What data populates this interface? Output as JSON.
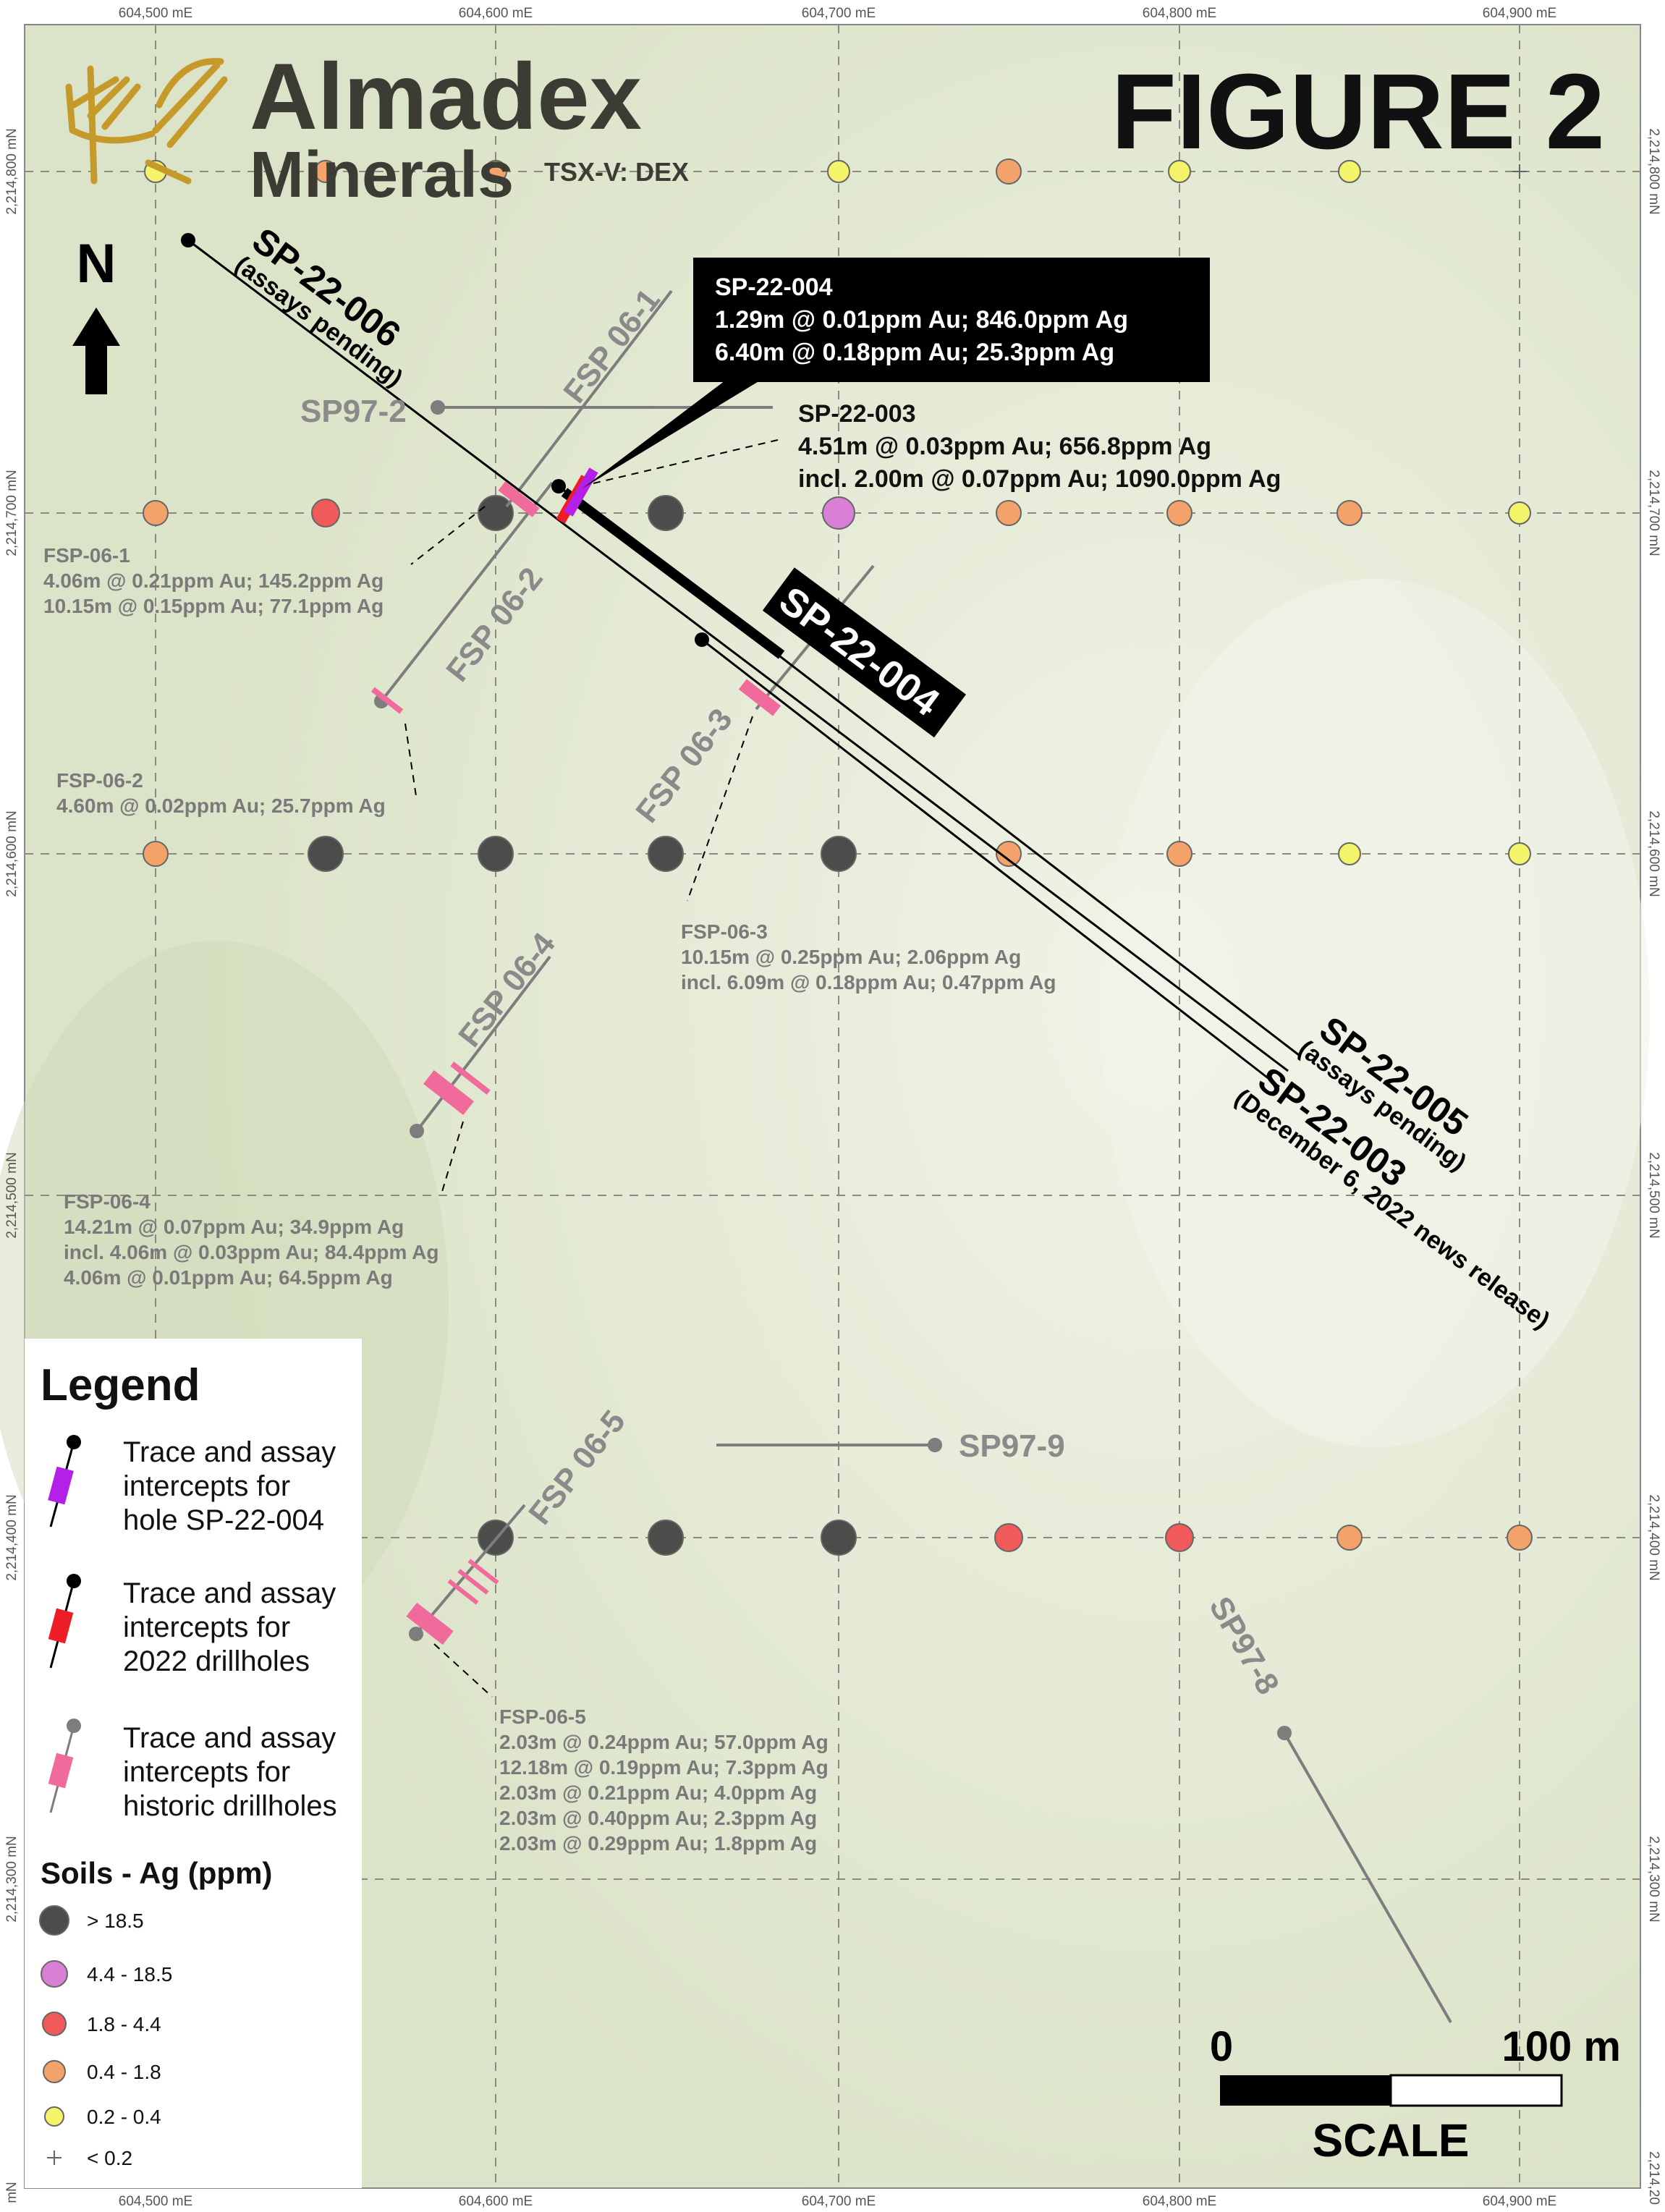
{
  "figure_title": "FIGURE 2",
  "company": {
    "name_line1": "Almadex",
    "name_line2": "Minerals",
    "ticker": "TSX-V: DEX"
  },
  "north_label": "N",
  "axes": {
    "easting_labels": [
      "604,500 mE",
      "604,600 mE",
      "604,700 mE",
      "604,800 mE",
      "604,900 mE"
    ],
    "northing_labels": [
      "2,214,800 mN",
      "2,214,700 mN",
      "2,214,600 mN",
      "2,214,500 mN",
      "2,214,400 mN",
      "2,214,300 mN"
    ],
    "corner_fragments": [
      "mN",
      "2,214,20"
    ]
  },
  "historic_holes": [
    {
      "label": "SP97-2"
    },
    {
      "label": "SP97-9"
    },
    {
      "label": "SP97-8"
    },
    {
      "label": "FSP 06-1"
    },
    {
      "label": "FSP 06-2"
    },
    {
      "label": "FSP 06-3"
    },
    {
      "label": "FSP 06-4"
    },
    {
      "label": "FSP 06-5"
    }
  ],
  "historic_intercepts": {
    "fsp061": {
      "title": "FSP-06-1",
      "lines": [
        "4.06m @ 0.21ppm Au; 145.2ppm Ag",
        "10.15m @ 0.15ppm Au; 77.1ppm Ag"
      ]
    },
    "fsp062": {
      "title": "FSP-06-2",
      "lines": [
        "4.60m @ 0.02ppm Au; 25.7ppm Ag"
      ]
    },
    "fsp063": {
      "title": "FSP-06-3",
      "lines": [
        "10.15m @ 0.25ppm Au; 2.06ppm Ag",
        "incl. 6.09m @ 0.18ppm Au; 0.47ppm Ag"
      ]
    },
    "fsp064": {
      "title": "FSP-06-4",
      "lines": [
        "14.21m @ 0.07ppm Au; 34.9ppm Ag",
        "incl. 4.06m @ 0.03ppm Au; 84.4ppm Ag",
        "4.06m @ 0.01ppm Au; 64.5ppm Ag"
      ]
    },
    "fsp065": {
      "title": "FSP-06-5",
      "lines": [
        "2.03m @ 0.24ppm Au; 57.0ppm Ag",
        "12.18m @ 0.19ppm Au; 7.3ppm Ag",
        "2.03m @ 0.21ppm Au; 4.0ppm Ag",
        "2.03m @ 0.40ppm Au; 2.3ppm Ag",
        "2.03m @ 0.29ppm Au; 1.8ppm Ag"
      ]
    }
  },
  "holes_2022": {
    "sp22006": {
      "label": "SP-22-006",
      "note": "(assays pending)"
    },
    "sp22005": {
      "label": "SP-22-005",
      "note": "(assays pending)"
    },
    "sp22003": {
      "label": "SP-22-003",
      "note": "(December 6, 2022 news release)"
    },
    "sp22004": {
      "label": "SP-22-004"
    }
  },
  "callouts": {
    "sp22004": {
      "title": "SP-22-004",
      "lines": [
        "1.29m @ 0.01ppm Au; 846.0ppm Ag",
        "6.40m @ 0.18ppm Au; 25.3ppm Ag"
      ]
    },
    "sp22003": {
      "title": "SP-22-003",
      "lines": [
        "4.51m @ 0.03ppm Au; 656.8ppm Ag",
        "incl. 2.00m @ 0.07ppm Au; 1090.0ppm Ag"
      ]
    }
  },
  "legend": {
    "title": "Legend",
    "items": [
      {
        "lines": [
          "Trace and assay",
          "intercepts for",
          "hole SP-22-004"
        ]
      },
      {
        "lines": [
          "Trace and assay",
          "intercepts for",
          "2022 drillholes"
        ]
      },
      {
        "lines": [
          "Trace and assay",
          "intercepts for",
          "historic drillholes"
        ]
      }
    ],
    "soils_title": "Soils - Ag (ppm)",
    "soil_classes": [
      {
        "label": "> 18.5",
        "color": "#4a4d49"
      },
      {
        "label": "4.4 - 18.5",
        "color": "#d97fd6"
      },
      {
        "label": "1.8 - 4.4",
        "color": "#f15a5a"
      },
      {
        "label": "0.4 - 1.8",
        "color": "#f3a26a"
      },
      {
        "label": "0.2 - 0.4",
        "color": "#f4f46a"
      },
      {
        "label": "< 0.2",
        "color": "#888888"
      }
    ]
  },
  "scale": {
    "start": "0",
    "end": "100 m",
    "label": "SCALE"
  },
  "colors": {
    "map_bg": "#dfe6cf",
    "logo_gold": "#c59a2a",
    "logo_text": "#3c3c34",
    "intercept_pink": "#f06a9c",
    "intercept_magenta": "#b420e8",
    "intercept_red": "#ee1c24"
  }
}
